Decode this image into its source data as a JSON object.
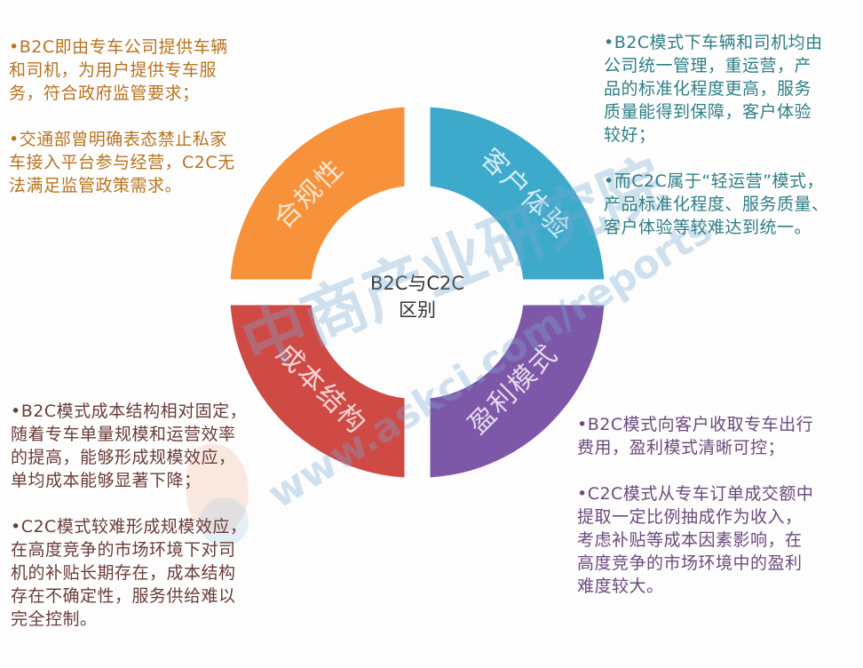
{
  "diagram": {
    "type": "quadrant-ring",
    "center": {
      "line1": "B2C与C2C",
      "line2": "区别"
    },
    "segments": [
      {
        "id": "compliance",
        "label": "合规性",
        "position": "top-left",
        "color": "#f7923a"
      },
      {
        "id": "experience",
        "label": "客户体验",
        "position": "top-right",
        "color": "#3eaacb"
      },
      {
        "id": "cost",
        "label": "成本结构",
        "position": "bottom-left",
        "color": "#cf4a45"
      },
      {
        "id": "profit",
        "label": "盈利模式",
        "position": "bottom-right",
        "color": "#7e58a8"
      }
    ]
  },
  "blocks": {
    "compliance": {
      "color": "#b9741e",
      "items": [
        "•B2C即由专车公司提供车辆\n和司机，为用户提供专车服\n务，符合政府监管要求；",
        "•交通部曾明确表态禁止私家\n车接入平台参与经营，C2C无\n法满足监管政策需求。"
      ]
    },
    "experience": {
      "color": "#2f7f86",
      "items": [
        "•B2C模式下车辆和司机均由\n公司统一管理，重运营，产\n品的标准化程度更高，服务\n质量能得到保障，客户体验\n较好；",
        "•而C2C属于“轻运营”模式，\n产品标准化程度、服务质量、\n客户体验等较难达到统一。"
      ]
    },
    "cost": {
      "color": "#6a3d3a",
      "items": [
        "•B2C模式成本结构相对固定，\n随着专车单量规模和运营效率\n的提高，能够形成规模效应，\n单均成本能够显著下降；",
        "•C2C模式较难形成规模效应，\n在高度竞争的市场环境下对司\n机的补贴长期存在，成本结构\n存在不确定性，服务供给难以\n完全控制。"
      ]
    },
    "profit": {
      "color": "#6b4a7c",
      "items": [
        "•B2C模式向客户收取专车出行\n费用，盈利模式清晰可控；",
        "•C2C模式从专车订单成交额中\n提取一定比例抽成作为收入，\n考虑补贴等成本因素影响，在\n高度竞争的市场环境中的盈利\n难度较大。"
      ]
    }
  },
  "watermark": {
    "cn": "中商产业研究院",
    "url": "www.askci.com/reports"
  }
}
